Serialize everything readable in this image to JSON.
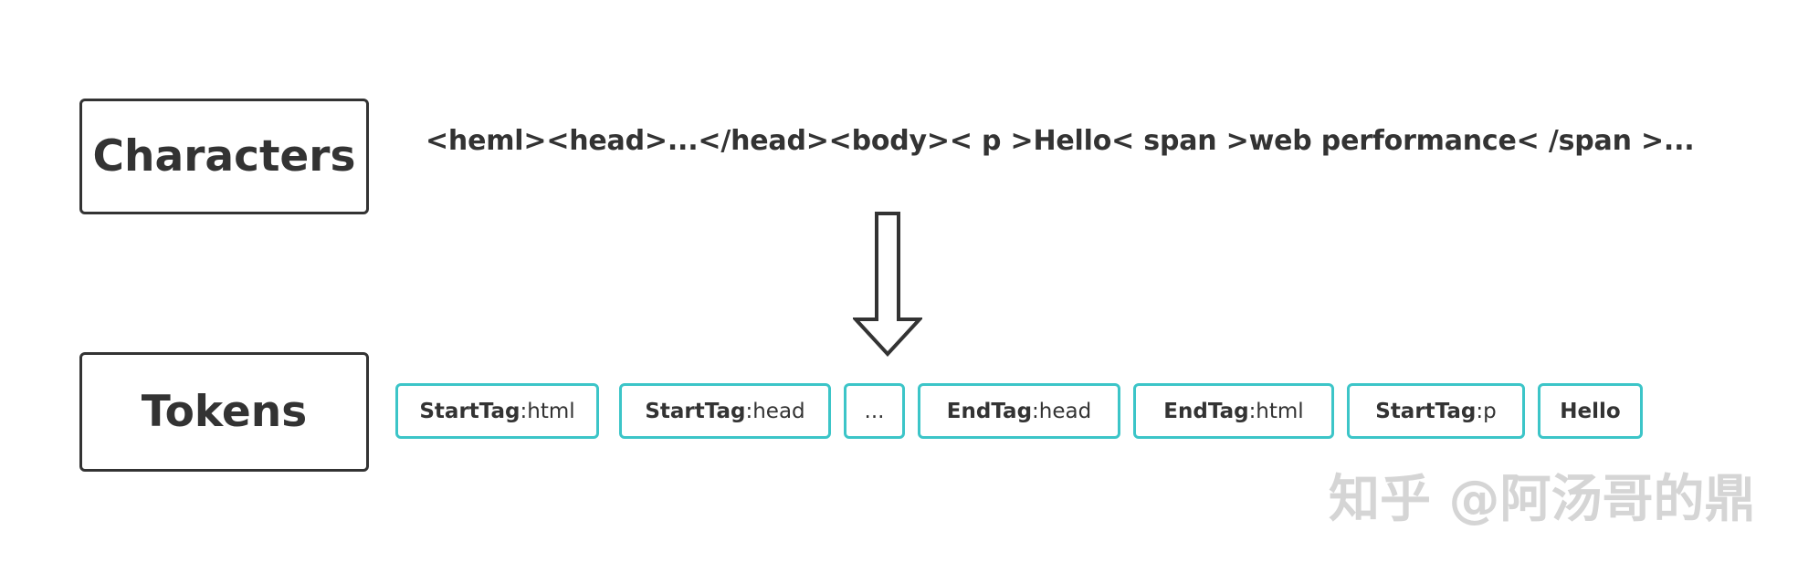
{
  "labels": {
    "characters": "Characters",
    "tokens": "Tokens"
  },
  "character_stream": "<heml><head>...</head><body>< p >Hello< span >web performance< /span >...",
  "tokens": [
    {
      "bold": "StartTag",
      "plain": ":html"
    },
    {
      "bold": "StartTag",
      "plain": ":head"
    },
    {
      "bold": "",
      "plain": "..."
    },
    {
      "bold": "EndTag",
      "plain": ":head"
    },
    {
      "bold": "EndTag",
      "plain": ":html"
    },
    {
      "bold": "StartTag",
      "plain": ":p"
    },
    {
      "bold": "Hello",
      "plain": ""
    }
  ],
  "watermark": "知乎 @阿汤哥的鼎",
  "colors": {
    "text": "#333333",
    "token_border": "#3cc5c8",
    "box_border": "#333333",
    "watermark": "#d5d5d5"
  }
}
